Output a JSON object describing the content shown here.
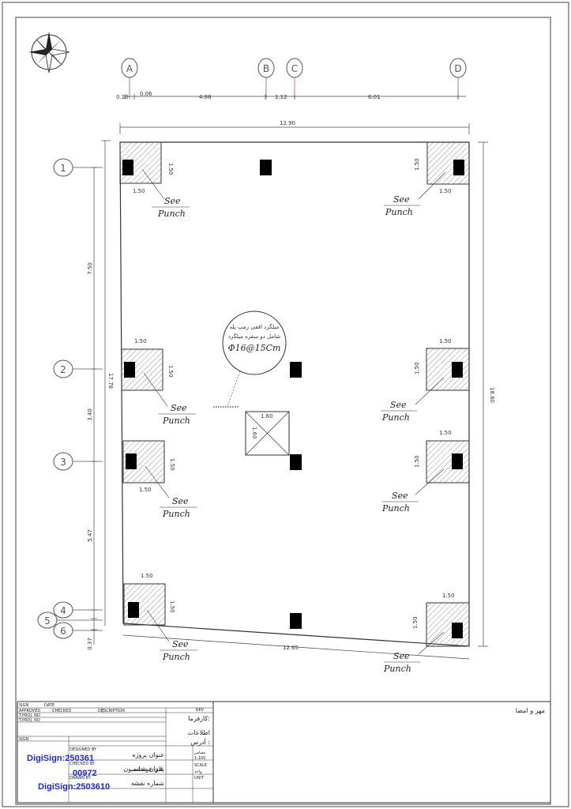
{
  "grid_cols": [
    {
      "id": "col-A",
      "label": "A"
    },
    {
      "id": "col-B",
      "label": "B"
    },
    {
      "id": "col-C",
      "label": "C"
    },
    {
      "id": "col-D",
      "label": "D"
    }
  ],
  "grid_rows": [
    {
      "id": "row-1",
      "label": "1"
    },
    {
      "id": "row-2",
      "label": "2"
    },
    {
      "id": "row-3",
      "label": "3"
    },
    {
      "id": "row-4",
      "label": "4"
    },
    {
      "id": "row-5",
      "label": "5"
    },
    {
      "id": "row-6",
      "label": "6"
    }
  ],
  "top_dims": [
    "0.10",
    "0.06",
    "4.88",
    "1.12",
    "6.01"
  ],
  "overall": {
    "top": "12.90",
    "bottom": "12.65",
    "right": "18.60",
    "left": "17.78"
  },
  "left_dims": [
    "7.50",
    "3.40",
    "5.47",
    "0.37"
  ],
  "pad": {
    "w": "1.50",
    "h": "1.50"
  },
  "punch": {
    "line1": "See",
    "line2": "Punch"
  },
  "callout": {
    "line1": "میلگرد افقی رمپ پله",
    "line2": "شامل دو سفره میلگرد",
    "rebar": "Φ16@15Cm"
  },
  "opening": {
    "w": "1.60",
    "h": "1.60"
  },
  "title_block": {
    "sign": "SIGN",
    "date": "DATE",
    "rev": "REV",
    "description": "DESCRIPTION",
    "approved": "APPROVED",
    "checked": "CHECKED",
    "proj_no1": "T.PROJ. NO",
    "proj_no2": "T.PROJ. NO",
    "designed_by": "DESIGNED BY",
    "checked_by": "CHECKED BY",
    "drawn_by": "DRAWN BY",
    "owner_label": "کارفرما:",
    "info_label": "اطلاعات",
    "address_label": "آدرس :",
    "project_label": "عنوان پروژه",
    "sheet_title_label": "عنوان نقشه",
    "sheet_no_label": "شماره نقشه",
    "scale_fa": "مقیاس",
    "scale_value": "1:100",
    "scale_en": "SCALE",
    "unit_fa": "واحد",
    "unit_en": "UNIT",
    "sheet_title": "پلان فونداسیون",
    "stamp_label": "مهر و امضا"
  },
  "digisign": {
    "line1": "DigiSign:250361",
    "line2": "00972",
    "line3": "DigiSign:2503610"
  }
}
